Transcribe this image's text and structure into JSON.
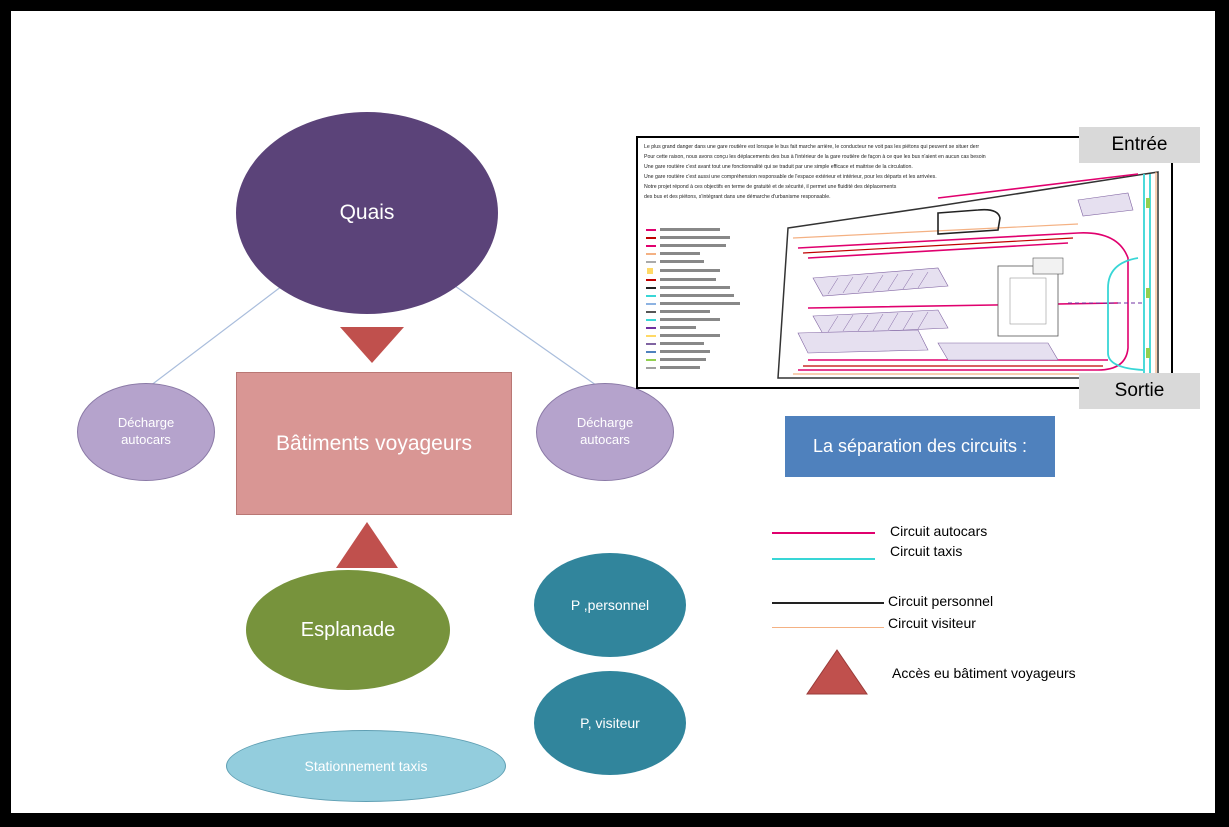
{
  "diagram": {
    "quais": "Quais",
    "batiments": "Bâtiments voyageurs",
    "decharge_left": "Décharge autocars",
    "decharge_right": "Décharge autocars",
    "esplanade": "Esplanade",
    "p_personnel": "P ,personnel",
    "p_visiteur": "P, visiteur",
    "stationnement": "Stationnement taxis"
  },
  "map": {
    "entree": "Entrée",
    "sortie": "Sortie",
    "caption": "La séparation des circuits :",
    "text_lines": [
      "Le plus grand danger dans une gare routière est lorsque le bus fait marche arrière, le conducteur ne voit pas les piétons qui peuvent se situer derr",
      "Pour cette raison, nous avons conçu les déplacements des bus à l'intérieur de la gare routière de façon à ce que les bus n'aient en aucun cas besoin",
      "Une gare routière c'est avant tout une fonctionnalité qui se traduit par une simple efficace et maitrise de la circulation.",
      "Une gare routière c'est aussi une compréhension responsable de l'espace extérieur et intérieur, pour les départs et les arrivées.",
      "Notre projet répond à ces objectifs en terme de gratuité et de sécurité, il permet une fluidité des déplacements",
      "des bus et des piétons, s'intégrant dans une démarche d'urbanisme responsable."
    ]
  },
  "legend": {
    "items": [
      {
        "label": "Circuit autocars",
        "color": "#e0006e"
      },
      {
        "label": "Circuit taxis",
        "color": "#38d6d6"
      },
      {
        "label": "Circuit personnel",
        "color": "#222222"
      },
      {
        "label": "Circuit visiteur",
        "color": "#f4b183"
      }
    ],
    "access_label": "Accès  eu bâtiment voyageurs"
  },
  "colors": {
    "quais": "#5b4379",
    "batiments": "#d99694",
    "decharge": "#b5a3cc",
    "esplanade": "#77933c",
    "parking": "#31859c",
    "taxis": "#93cddd",
    "triangle": "#c0504d",
    "caption_box": "#4f81bd"
  }
}
